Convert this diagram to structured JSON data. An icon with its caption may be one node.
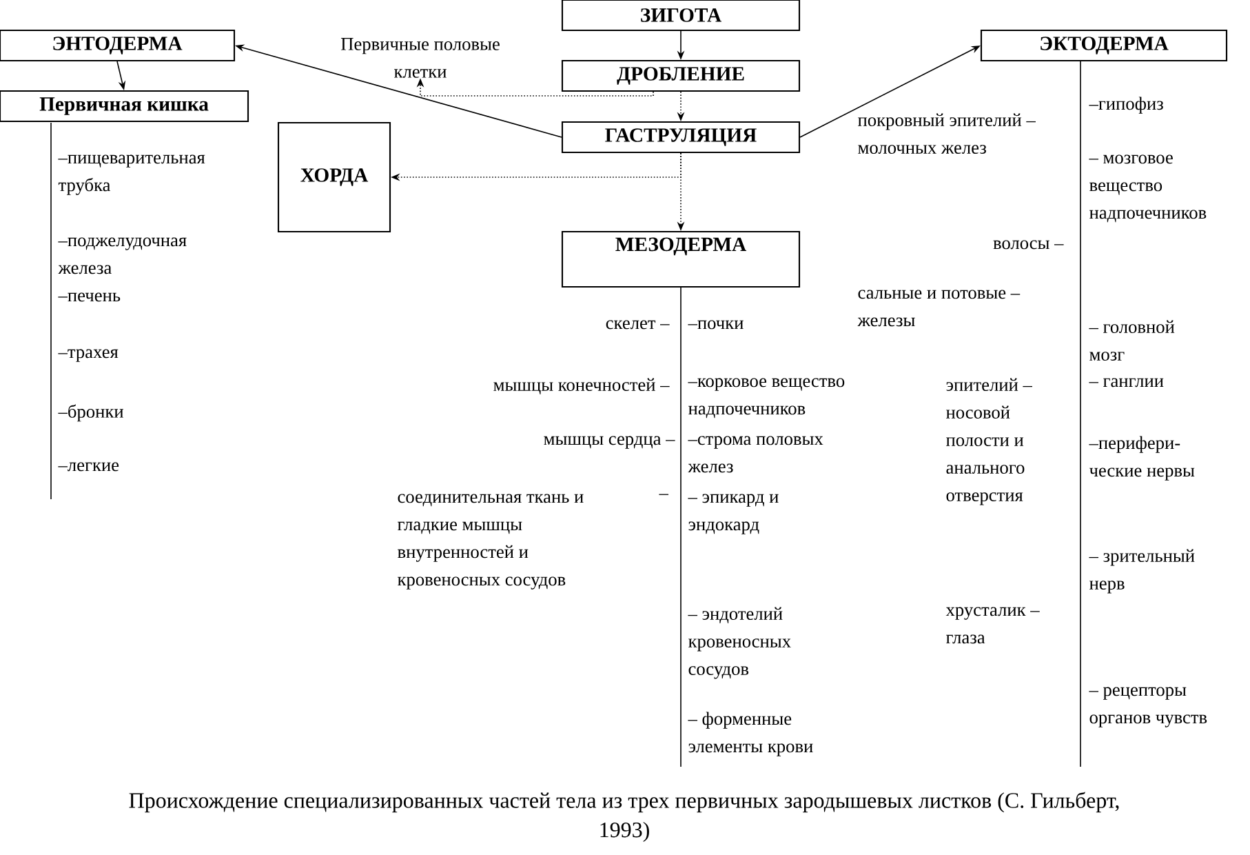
{
  "diagram": {
    "caption": "Происхождение специализированных частей тела из трех первичных зародышевых листков (С. Гильберт, 1993)",
    "nodes": [
      {
        "text": [
          "ЗИГОТА"
        ]
      },
      {
        "text": [
          "ДРОБЛЕНИЕ"
        ]
      },
      {
        "text": [
          "ГАСТРУЛЯЦИЯ"
        ]
      },
      {
        "text": [
          "ЭНТОДЕРМА"
        ]
      },
      {
        "text": [
          "Первичная кишка"
        ]
      },
      {
        "text": [
          "ХОРДА"
        ]
      },
      {
        "text": [
          "МЕЗОДЕРМА"
        ]
      },
      {
        "text": [
          "ЭКТОДЕРМА"
        ]
      },
      {
        "text": [
          "Первичные половые клетки"
        ]
      }
    ],
    "edges": [
      {
        "from": 0,
        "to": 1,
        "arrow": "to"
      },
      {
        "from": 1,
        "to": 2,
        "arrow": "to",
        "style": "dashed"
      },
      {
        "from": 1,
        "to": 8,
        "arrow": "to",
        "style": "dashed"
      },
      {
        "from": 2,
        "to": 3,
        "arrow": "to"
      },
      {
        "from": 2,
        "to": 7,
        "arrow": "to"
      },
      {
        "from": 2,
        "to": 5,
        "arrow": "to",
        "style": "dashed"
      },
      {
        "from": 2,
        "to": 6,
        "arrow": "to",
        "style": "dashed"
      },
      {
        "from": 3,
        "to": 4,
        "arrow": "to"
      }
    ],
    "labels": [
      "–пищеварительная трубка",
      "–поджелудочная железа",
      "–печень",
      "–трахея",
      "–бронки",
      "–легкие",
      "скелет –",
      "мышцы конечностей –",
      "мышцы сердца –",
      "соединительная ткань и гладкие мышцы внутренностей и кровеносных сосудов",
      "–",
      "–почки",
      "–корковое вещество надпочечников",
      "–строма половых желез",
      "– эпикард и эндокард",
      "– эндотелий кровеносных сосудов",
      "– форменные элементы крови",
      "покровный эпителий – молочных желез",
      "волосы –",
      "сальные и потовые – железы",
      "эпителий – носовой полости и анального отверстия",
      "хрусталик – глаза",
      "–гипофиз",
      "– мозговое вещество надпочечников",
      "– головной мозг",
      "– ганглии",
      "–перифери- ческие нервы",
      "– зрительный нерв",
      "– рецепторы органов чувств"
    ]
  }
}
